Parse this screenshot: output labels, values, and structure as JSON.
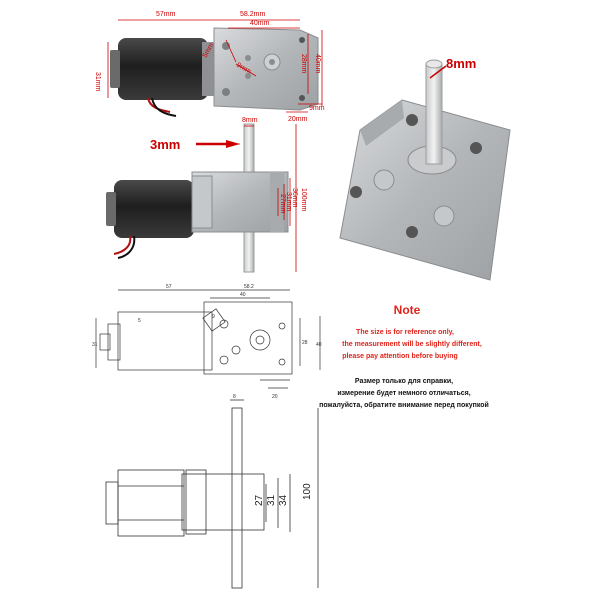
{
  "colors": {
    "dimension_red": "#cc0000",
    "note_red": "#e0241b",
    "motor_dark": "#2b2b2b",
    "metal": "#b9bcbf",
    "line_drawing": "#333333"
  },
  "photo_top": {
    "dim_57": "57mm",
    "dim_58_2": "58.2mm",
    "dim_40w": "40mm",
    "dim_31": "31mm",
    "dim_5": "5mm",
    "dim_9a": "9mm",
    "dim_28": "28mm",
    "dim_40h": "40mm",
    "dim_9b": "9mm",
    "dim_20": "20mm"
  },
  "photo_side": {
    "callout": "3mm",
    "dim_8": "8mm",
    "dim_100": "100mm",
    "dim_36": "36mm",
    "dim_31": "31mm",
    "dim_27": "27mm"
  },
  "photo_gearbox": {
    "callout": "8mm"
  },
  "drawing_top": {
    "dim_57": "57",
    "dim_58_2": "58.2",
    "dim_40": "40",
    "dim_5": "5",
    "dim_31": "31",
    "dim_9": "9",
    "dim_28": "28",
    "dim_40h": "40",
    "dim_20": "20"
  },
  "drawing_side": {
    "dim_8": "8",
    "dim_100": "100",
    "dim_34": "34",
    "dim_31": "31",
    "dim_27": "27"
  },
  "note": {
    "title": "Note",
    "line1": "The size is for reference only,",
    "line2": "the measurement will be slightly different,",
    "line3": "please pay attention before buying",
    "ru1": "Размер только для справки,",
    "ru2": "измерение будет немного отличаться,",
    "ru3": "пожалуйста, обратите внимание перед покупкой"
  }
}
